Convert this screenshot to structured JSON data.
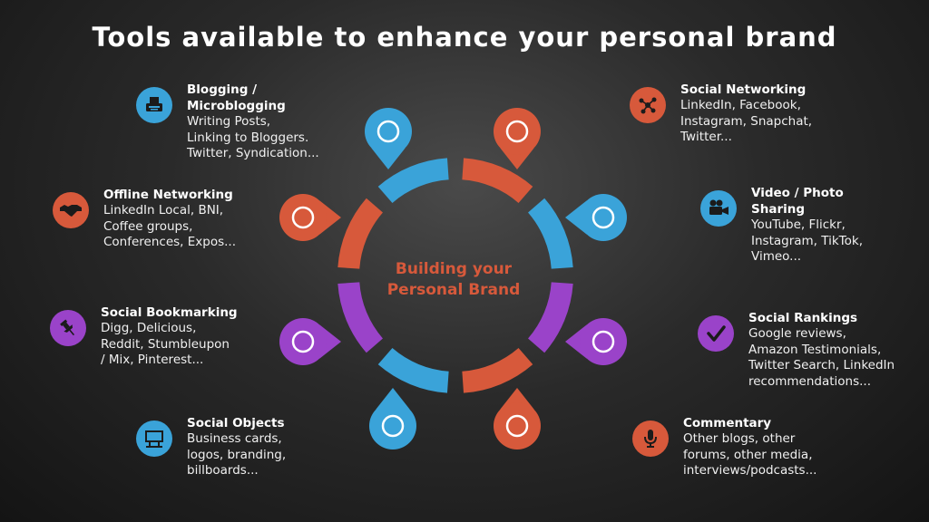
{
  "title": "Tools available to enhance your personal brand",
  "center": {
    "line1": "Building your",
    "line2": "Personal Brand"
  },
  "colors": {
    "blue": "#3aa3d9",
    "orange": "#d7593b",
    "purple": "#9a43c9"
  },
  "items": [
    {
      "id": "blogging",
      "heading": "Blogging / Microblogging",
      "lines": [
        "Writing Posts,",
        "Linking to Bloggers.",
        "Twitter, Syndication..."
      ],
      "icon": "typewriter-icon",
      "color": "blue"
    },
    {
      "id": "social-networking",
      "heading": "Social Networking",
      "lines": [
        "LinkedIn, Facebook,",
        "Instagram, Snapchat,",
        "Twitter..."
      ],
      "icon": "network-icon",
      "color": "orange"
    },
    {
      "id": "offline-networking",
      "heading": "Offline Networking",
      "lines": [
        "LinkedIn Local, BNI,",
        "Coffee groups,",
        "Conferences, Expos..."
      ],
      "icon": "handshake-icon",
      "color": "orange"
    },
    {
      "id": "video-photo",
      "heading": "Video / Photo Sharing",
      "lines": [
        "YouTube, Flickr,",
        "Instagram, TikTok,",
        "Vimeo..."
      ],
      "icon": "video-camera-icon",
      "color": "blue"
    },
    {
      "id": "social-bookmarking",
      "heading": "Social Bookmarking",
      "lines": [
        "Digg, Delicious,",
        "Reddit, Stumbleupon",
        "/ Mix, Pinterest..."
      ],
      "icon": "pushpin-icon",
      "color": "purple"
    },
    {
      "id": "social-rankings",
      "heading": "Social Rankings",
      "lines": [
        "Google reviews,",
        "Amazon Testimonials,",
        "Twitter Search, LinkedIn",
        "recommendations..."
      ],
      "icon": "checkmark-icon",
      "color": "purple"
    },
    {
      "id": "social-objects",
      "heading": "Social Objects",
      "lines": [
        "Business cards,",
        "logos, branding,",
        "billboards..."
      ],
      "icon": "billboard-icon",
      "color": "blue"
    },
    {
      "id": "commentary",
      "heading": "Commentary",
      "lines": [
        "Other blogs, other",
        "forums, other media,",
        "interviews/podcasts..."
      ],
      "icon": "microphone-icon",
      "color": "orange"
    }
  ]
}
